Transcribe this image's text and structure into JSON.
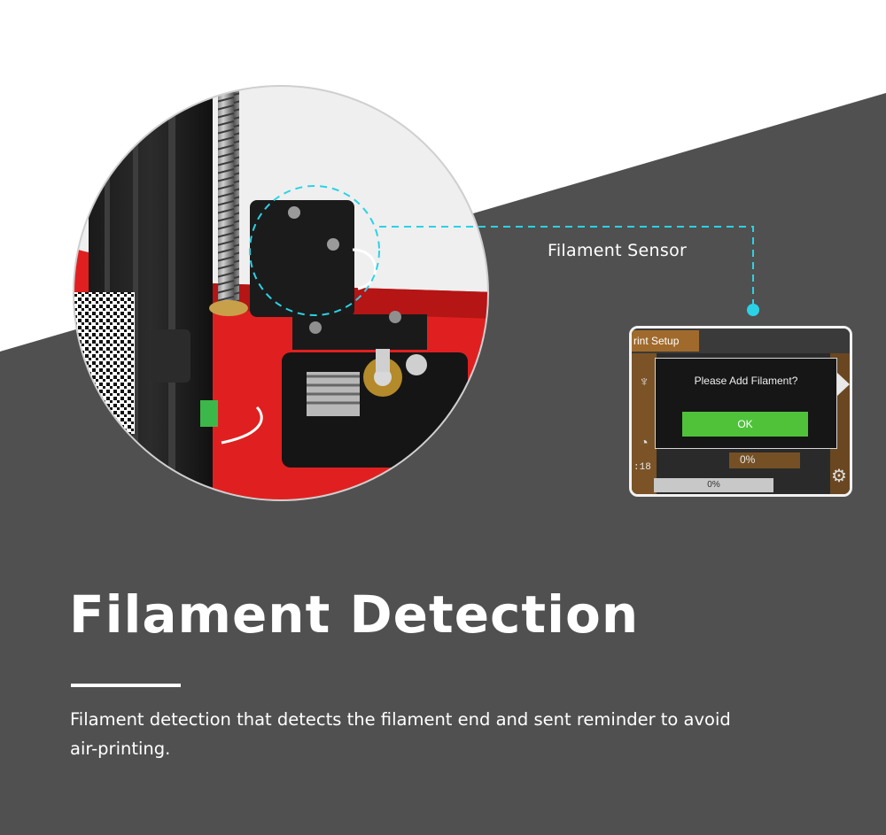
{
  "callout": {
    "label": "Filament Sensor"
  },
  "lcd": {
    "tab_label": "rint Setup",
    "dialog_message": "Please Add Filament?",
    "ok_button": "OK",
    "time_text": ":18",
    "progress_center": "0%",
    "progress_bar": "0%"
  },
  "headline": "Filament Detection",
  "description": "Filament detection that detects the filament end and sent reminder to avoid air-printing.",
  "colors": {
    "background_light": "#ffffff",
    "background_dark": "#505050",
    "accent_cyan": "#2bd2e6",
    "ok_green": "#4fc23a",
    "printer_red": "#e02020"
  }
}
